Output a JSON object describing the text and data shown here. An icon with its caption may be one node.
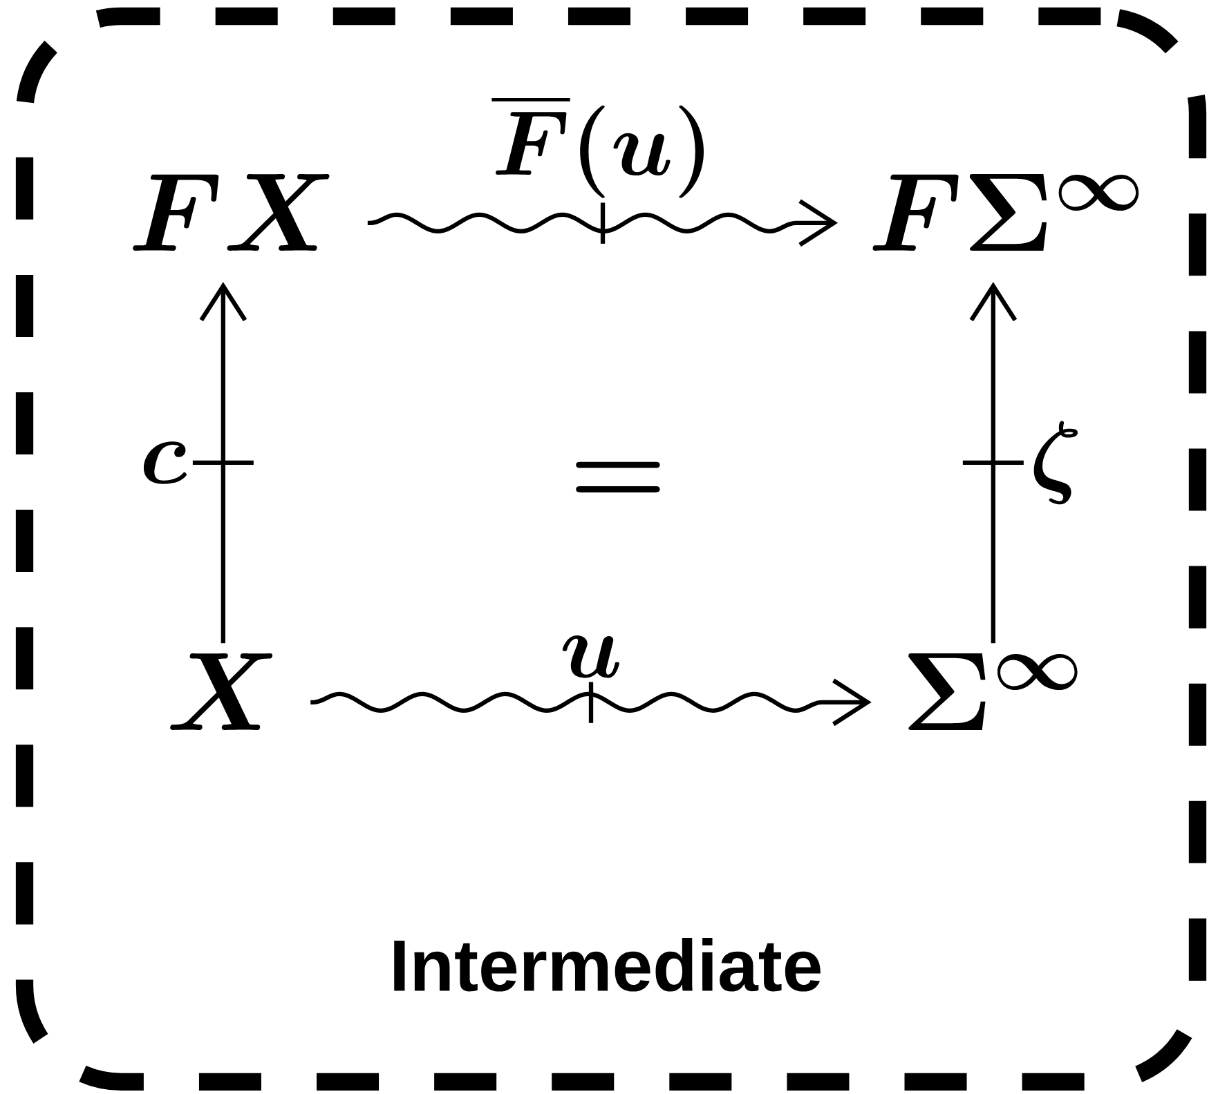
{
  "diagram": {
    "nodes": [
      {
        "text": [
          "Intermediate"
        ]
      },
      {
        "text": [
          "F X"
        ],
        "in": 0
      },
      {
        "text": [
          "F \\Sigma^{\\infty}"
        ],
        "in": 0
      },
      {
        "text": [
          "X"
        ],
        "in": 0
      },
      {
        "text": [
          "\\Sigma^{\\infty}"
        ],
        "in": 0
      }
    ],
    "edges": [
      {
        "from": 1,
        "to": 2,
        "arrow": "to",
        "label": "\\overline{F}(u)"
      },
      {
        "from": 3,
        "to": 1,
        "arrow": "to",
        "label": "c"
      },
      {
        "from": 4,
        "to": 2,
        "arrow": "to",
        "label": "\\zeta"
      },
      {
        "from": 3,
        "to": 4,
        "arrow": "to",
        "label": "u"
      }
    ],
    "labels": [
      "="
    ]
  }
}
